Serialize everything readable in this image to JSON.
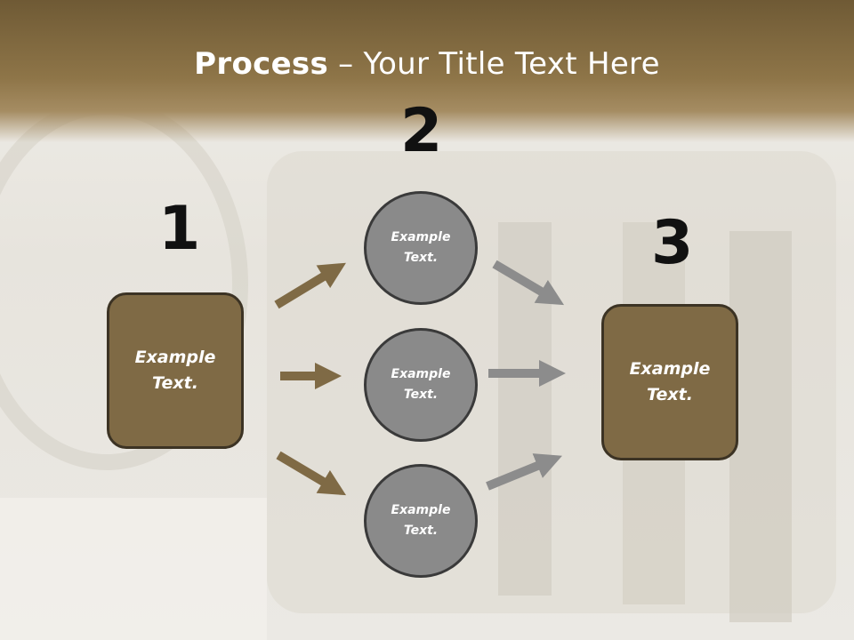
{
  "title": {
    "bold": "Process",
    "rest": " – Your Title Text Here"
  },
  "steps": [
    {
      "number": "1",
      "box_text": [
        "Example",
        "Text."
      ]
    },
    {
      "number": "2",
      "circles": [
        [
          "Example",
          "Text."
        ],
        [
          "Example",
          "Text."
        ],
        [
          "Example",
          "Text."
        ]
      ]
    },
    {
      "number": "3",
      "box_text": [
        "Example",
        "Text."
      ]
    }
  ],
  "colors": {
    "box_fill": "#7f6a45",
    "circle_fill": "#8a8a8a",
    "arrow_brown": "#7f6a45",
    "arrow_gray": "#8c8c8c",
    "header": "#8e7548"
  }
}
